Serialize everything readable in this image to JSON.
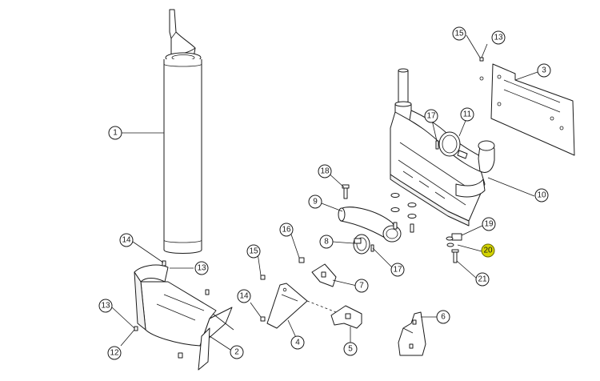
{
  "title": "",
  "colors": {
    "line": "#1a1a1a",
    "background": "#ffffff",
    "highlight_callout": "#d4d400"
  },
  "callouts": [
    {
      "id": "c1",
      "label": "1"
    },
    {
      "id": "c2",
      "label": "2"
    },
    {
      "id": "c3",
      "label": "3"
    },
    {
      "id": "c4",
      "label": "4"
    },
    {
      "id": "c5",
      "label": "5"
    },
    {
      "id": "c6",
      "label": "6"
    },
    {
      "id": "c7",
      "label": "7"
    },
    {
      "id": "c8",
      "label": "8"
    },
    {
      "id": "c9",
      "label": "9"
    },
    {
      "id": "c10",
      "label": "10"
    },
    {
      "id": "c11",
      "label": "11"
    },
    {
      "id": "c12",
      "label": "12"
    },
    {
      "id": "c13a",
      "label": "13"
    },
    {
      "id": "c13b",
      "label": "13"
    },
    {
      "id": "c13c",
      "label": "13"
    },
    {
      "id": "c14a",
      "label": "14"
    },
    {
      "id": "c14b",
      "label": "14"
    },
    {
      "id": "c15a",
      "label": "15"
    },
    {
      "id": "c15b",
      "label": "15"
    },
    {
      "id": "c16",
      "label": "16"
    },
    {
      "id": "c17a",
      "label": "17"
    },
    {
      "id": "c17b",
      "label": "17"
    },
    {
      "id": "c18",
      "label": "18"
    },
    {
      "id": "c19",
      "label": "19"
    },
    {
      "id": "c20",
      "label": "20",
      "highlighted": true
    },
    {
      "id": "c21",
      "label": "21"
    }
  ]
}
